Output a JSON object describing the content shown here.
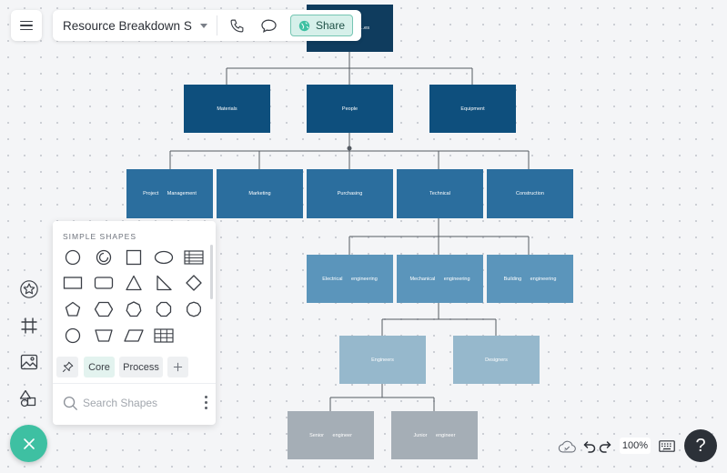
{
  "header": {
    "doc_title": "Resource Breakdown S...",
    "share_label": "Share",
    "menu_icon": "hamburger-icon",
    "call_icon": "phone-icon",
    "comment_icon": "chat-bubble-icon",
    "share_icon": "globe-icon"
  },
  "diagram": {
    "colors": {
      "level0": "#0f3c5e",
      "level1": "#0e4f7d",
      "level2": "#2b6e9e",
      "level3": "#5b95bb",
      "level4": "#96b8cc",
      "level5": "#a5aeb6",
      "connector": "#555a62"
    },
    "nodes": {
      "root": "...es",
      "materials": "Materials",
      "people": "People",
      "equipment": "Equipment",
      "project_management": "Project Management",
      "marketing": "Marketing",
      "purchasing": "Purchasing",
      "technical": "Technical",
      "construction": "Construction",
      "electrical": "Electrical engineering",
      "mechanical": "Mechanical engineering",
      "building": "Building engineering",
      "engineers": "Engineers",
      "designers": "Designers",
      "senior": "Senior engineer",
      "junior": "Junior engineer"
    }
  },
  "shapes_panel": {
    "title": "SIMPLE SHAPES",
    "shapes": [
      "circle-shape-icon",
      "ring-shape-icon",
      "square-shape-icon",
      "ellipse-shape-icon",
      "list-shape-icon",
      "rectangle-shape-icon",
      "rounded-rectangle-shape-icon",
      "triangle-shape-icon",
      "right-triangle-shape-icon",
      "diamond-shape-icon",
      "pentagon-shape-icon",
      "hexagon-shape-icon",
      "heptagon-shape-icon",
      "octagon-shape-icon",
      "decagon-shape-icon",
      "circle-outline-shape-icon",
      "trapezoid-shape-icon",
      "parallelogram-shape-icon",
      "table-shape-icon"
    ],
    "tabs": {
      "pin_icon": "pin-icon",
      "core": "Core",
      "process": "Process",
      "add_icon": "plus-icon"
    },
    "search_placeholder": "Search Shapes",
    "more_icon": "kebab-icon"
  },
  "left_rail": {
    "items": [
      "star-shapes-icon",
      "frame-icon",
      "image-icon",
      "shapes-icon"
    ],
    "close_icon": "close-icon"
  },
  "bottom_bar": {
    "cloud_icon": "cloud-saved-icon",
    "undo_icon": "undo-icon",
    "redo_icon": "redo-icon",
    "zoom": "100%",
    "keyboard_icon": "keyboard-icon",
    "help": "?",
    "accent": "#3ec0a2"
  }
}
